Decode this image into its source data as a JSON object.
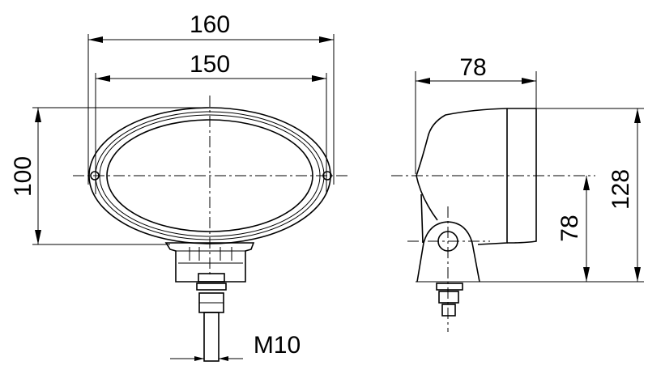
{
  "front_view": {
    "width_outer": "160",
    "width_holes": "150",
    "height": "100",
    "thread": "M10"
  },
  "side_view": {
    "depth": "78",
    "total_height": "128",
    "center_height": "78"
  }
}
